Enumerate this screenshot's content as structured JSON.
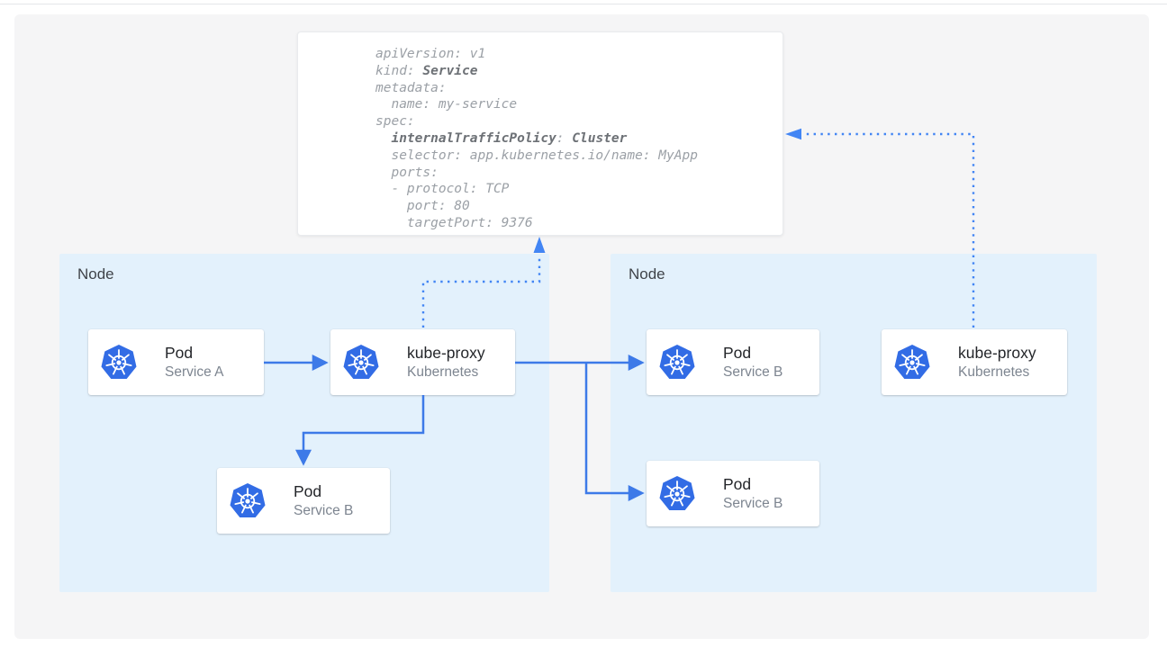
{
  "yaml_card": {
    "lines": [
      [
        {
          "t": "apiVersion: v1",
          "b": false
        }
      ],
      [
        {
          "t": "kind: ",
          "b": false
        },
        {
          "t": "Service",
          "b": true
        }
      ],
      [
        {
          "t": "metadata:",
          "b": false
        }
      ],
      [
        {
          "t": "  name: my-service",
          "b": false
        }
      ],
      [
        {
          "t": "spec:",
          "b": false
        }
      ],
      [
        {
          "t": "  ",
          "b": false
        },
        {
          "t": "internalTrafficPolicy",
          "b": true
        },
        {
          "t": ": ",
          "b": false
        },
        {
          "t": "Cluster",
          "b": true
        }
      ],
      [
        {
          "t": "  selector: app.kubernetes.io/name: MyApp",
          "b": false
        }
      ],
      [
        {
          "t": "  ports:",
          "b": false
        }
      ],
      [
        {
          "t": "  - protocol: TCP",
          "b": false
        }
      ],
      [
        {
          "t": "    port: 80",
          "b": false
        }
      ],
      [
        {
          "t": "    targetPort: 9376",
          "b": false
        }
      ]
    ]
  },
  "nodes": [
    {
      "label": "Node",
      "cards": [
        {
          "title": "Pod",
          "subtitle": "Service A",
          "icon": "kubernetes-wheel-icon"
        },
        {
          "title": "kube-proxy",
          "subtitle": "Kubernetes",
          "icon": "kubernetes-wheel-icon"
        },
        {
          "title": "Pod",
          "subtitle": "Service B",
          "icon": "kubernetes-wheel-icon"
        }
      ]
    },
    {
      "label": "Node",
      "cards": [
        {
          "title": "Pod",
          "subtitle": "Service B",
          "icon": "kubernetes-wheel-icon"
        },
        {
          "title": "kube-proxy",
          "subtitle": "Kubernetes",
          "icon": "kubernetes-wheel-icon"
        },
        {
          "title": "Pod",
          "subtitle": "Service B",
          "icon": "kubernetes-wheel-icon"
        }
      ]
    }
  ],
  "colors": {
    "accent": "#3d7ae8",
    "dotted": "#4285f4",
    "node_fill": "#e3f1fc",
    "panel": "#f5f5f6",
    "k8s": "#326ce5",
    "yaml_text": "#9ba0a6",
    "yaml_bold": "#6d7176"
  }
}
